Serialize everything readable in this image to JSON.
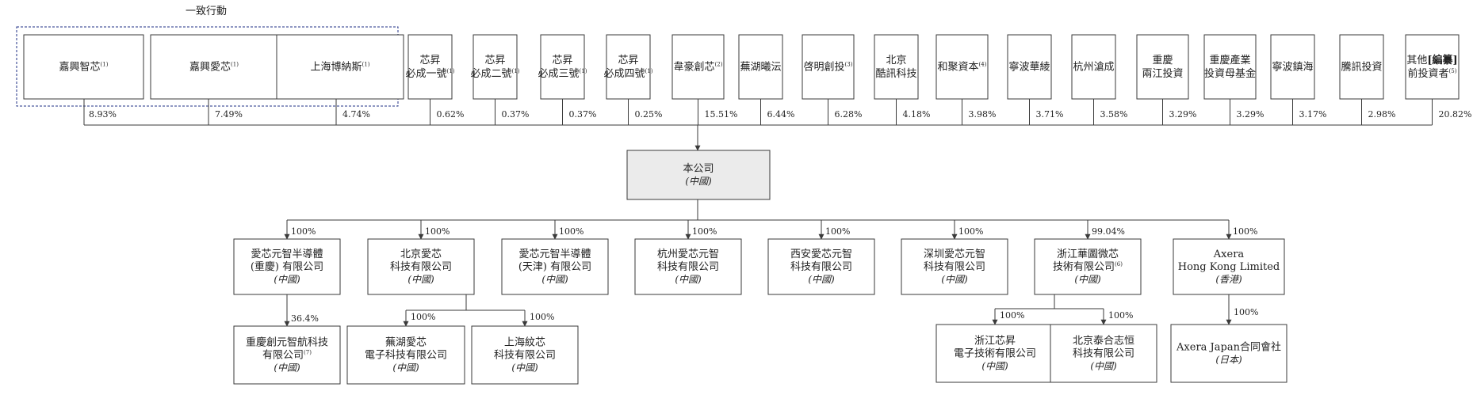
{
  "group_label": "一致行動",
  "shareholders": [
    {
      "lines": [
        [
          "嘉興智芯",
          "(1)"
        ]
      ],
      "pct": "8.93%"
    },
    {
      "lines": [
        [
          "嘉興愛芯",
          "(1)"
        ]
      ],
      "pct": "7.49%"
    },
    {
      "lines": [
        [
          "上海博納斯",
          "(1)"
        ]
      ],
      "pct": "4.74%"
    },
    {
      "lines": [
        [
          "芯昇"
        ],
        [
          "必成一號",
          "(1)"
        ]
      ],
      "pct": "0.62%"
    },
    {
      "lines": [
        [
          "芯昇"
        ],
        [
          "必成二號",
          "(1)"
        ]
      ],
      "pct": "0.37%"
    },
    {
      "lines": [
        [
          "芯昇"
        ],
        [
          "必成三號",
          "(1)"
        ]
      ],
      "pct": "0.37%"
    },
    {
      "lines": [
        [
          "芯昇"
        ],
        [
          "必成四號",
          "(1)"
        ]
      ],
      "pct": "0.25%"
    },
    {
      "lines": [
        [
          "韋豪創芯",
          "(2)"
        ]
      ],
      "pct": "15.51%"
    },
    {
      "lines": [
        [
          "蕪湖曦沄"
        ]
      ],
      "pct": "6.44%"
    },
    {
      "lines": [
        [
          "啓明創投",
          "(3)"
        ]
      ],
      "pct": "6.28%"
    },
    {
      "lines": [
        [
          "北京"
        ],
        [
          "酷訊科技"
        ]
      ],
      "pct": "4.18%"
    },
    {
      "lines": [
        [
          "和聚資本",
          "(4)"
        ]
      ],
      "pct": "3.98%"
    },
    {
      "lines": [
        [
          "寧波華綾"
        ]
      ],
      "pct": "3.71%"
    },
    {
      "lines": [
        [
          "杭州滄成"
        ]
      ],
      "pct": "3.58%"
    },
    {
      "lines": [
        [
          "重慶"
        ],
        [
          "兩江投資"
        ]
      ],
      "pct": "3.29%"
    },
    {
      "lines": [
        [
          "重慶產業"
        ],
        [
          "投資母基金"
        ]
      ],
      "pct": "3.29%"
    },
    {
      "lines": [
        [
          "寧波鎮海"
        ]
      ],
      "pct": "3.17%"
    },
    {
      "lines": [
        [
          "騰訊投資"
        ]
      ],
      "pct": "2.98%"
    },
    {
      "lines": [
        [
          "其他",
          "[編纂]"
        ],
        [
          "前投資者",
          "(5)"
        ]
      ],
      "pct": "20.82%"
    }
  ],
  "company": {
    "name": "本公司",
    "location": "(中國)"
  },
  "subsidiaries": [
    {
      "lines": [
        [
          "愛芯元智半導體"
        ],
        [
          "(重慶) 有限公司"
        ]
      ],
      "location": "(中國)",
      "pct": "100%"
    },
    {
      "lines": [
        [
          "北京愛芯"
        ],
        [
          "科技有限公司"
        ]
      ],
      "location": "(中國)",
      "pct": "100%"
    },
    {
      "lines": [
        [
          "愛芯元智半導體"
        ],
        [
          "(天津) 有限公司"
        ]
      ],
      "location": "(中國)",
      "pct": "100%"
    },
    {
      "lines": [
        [
          "杭州愛芯元智"
        ],
        [
          "科技有限公司"
        ]
      ],
      "location": "(中國)",
      "pct": "100%"
    },
    {
      "lines": [
        [
          "西安愛芯元智"
        ],
        [
          "科技有限公司"
        ]
      ],
      "location": "(中國)",
      "pct": "100%"
    },
    {
      "lines": [
        [
          "深圳愛芯元智"
        ],
        [
          "科技有限公司"
        ]
      ],
      "location": "(中國)",
      "pct": "100%"
    },
    {
      "lines": [
        [
          "浙江華圖微芯"
        ],
        [
          "技術有限公司",
          "(6)"
        ]
      ],
      "location": "(中國)",
      "pct": "99.04%"
    },
    {
      "lines": [
        [
          "Axera"
        ],
        [
          "Hong Kong Limited"
        ]
      ],
      "location": "(香港)",
      "pct": "100%"
    }
  ],
  "sub_subsidiaries": [
    {
      "lines": [
        [
          "重慶創元智航科技"
        ],
        [
          "有限公司",
          "(7)"
        ]
      ],
      "location": "(中國)",
      "pct": "36.4%"
    },
    {
      "lines": [
        [
          "蕪湖愛芯"
        ],
        [
          "電子科技有限公司"
        ]
      ],
      "location": "(中國)",
      "pct": "100%"
    },
    {
      "lines": [
        [
          "上海紋芯"
        ],
        [
          "科技有限公司"
        ]
      ],
      "location": "(中國)",
      "pct": "100%"
    },
    {
      "lines": [
        [
          "浙江芯昇"
        ],
        [
          "電子技術有限公司"
        ]
      ],
      "location": "(中國)",
      "pct": "100%"
    },
    {
      "lines": [
        [
          "北京泰合志恒"
        ],
        [
          "科技有限公司"
        ]
      ],
      "location": "(中國)",
      "pct": "100%"
    },
    {
      "lines": [
        [
          "Axera Japan合同會社"
        ]
      ],
      "location": "(日本)",
      "pct": "100%"
    }
  ]
}
